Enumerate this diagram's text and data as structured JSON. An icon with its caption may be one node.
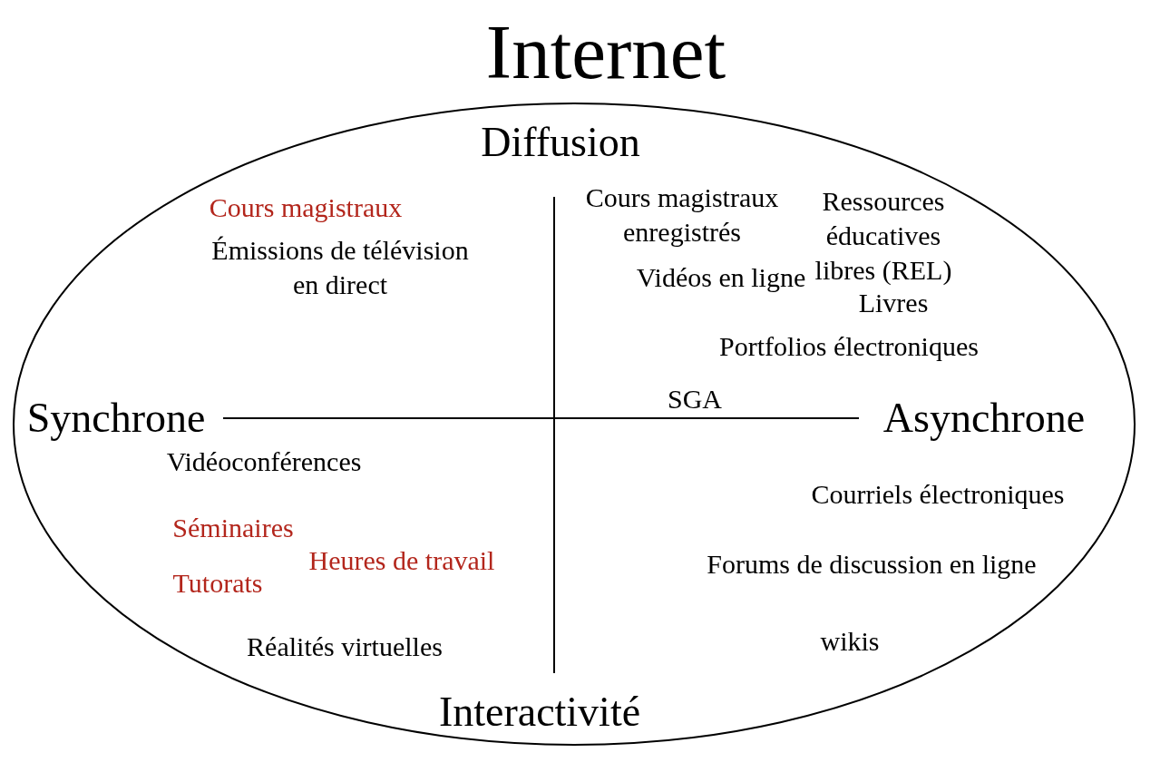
{
  "diagram": {
    "title": "Internet",
    "nodes": [
      {
        "text": [
          "Diffusion",
          "Cours magistraux",
          "Émissions de télévision en direct",
          "Cours magistraux enregistrés",
          "Vidéos en ligne",
          "Ressources éducatives libres (REL)",
          "Livres",
          "Portfolios électroniques",
          "Synchrone",
          "SGA",
          "Asynchrone",
          "Vidéoconférences",
          "Courriels électroniques",
          "Séminaires",
          "Heures de travail",
          "Tutorats",
          "Forums de discussion en ligne",
          "Réalités virtuelles",
          "wikis",
          "Interactivité"
        ]
      }
    ]
  }
}
